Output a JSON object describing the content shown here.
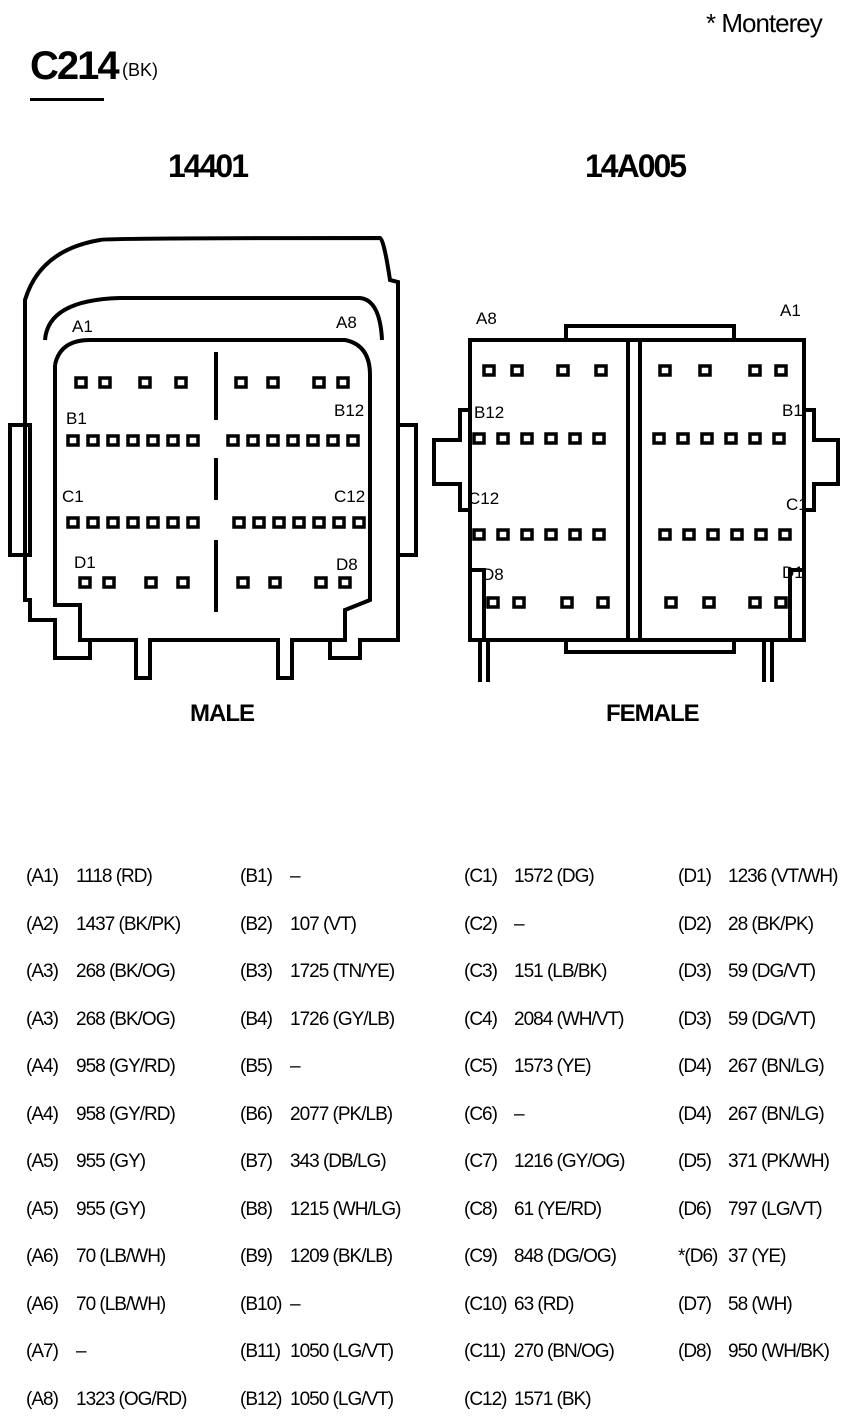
{
  "note": "* Monterey",
  "connector": {
    "id": "C214",
    "color": "(BK)"
  },
  "male": {
    "part": "14401",
    "label": "MALE",
    "row_labels": {
      "a1": "A1",
      "a8": "A8",
      "b1": "B1",
      "b12": "B12",
      "c1": "C1",
      "c12": "C12",
      "d1": "D1",
      "d8": "D8"
    }
  },
  "female": {
    "part": "14A005",
    "label": "FEMALE",
    "row_labels": {
      "a8": "A8",
      "a1": "A1",
      "b12": "B12",
      "b1": "B1",
      "c12": "C12",
      "c1": "C1",
      "d8": "D8",
      "d1": "D1"
    }
  },
  "pinouts": [
    [
      {
        "cav": "(A1)",
        "circuit": "1118 (RD)"
      },
      {
        "cav": "(A2)",
        "circuit": "1437 (BK/PK)"
      },
      {
        "cav": "(A3)",
        "circuit": "268 (BK/OG)"
      },
      {
        "cav": "(A3)",
        "circuit": "268 (BK/OG)"
      },
      {
        "cav": "(A4)",
        "circuit": "958 (GY/RD)"
      },
      {
        "cav": "(A4)",
        "circuit": "958 (GY/RD)"
      },
      {
        "cav": "(A5)",
        "circuit": "955 (GY)"
      },
      {
        "cav": "(A5)",
        "circuit": "955 (GY)"
      },
      {
        "cav": "(A6)",
        "circuit": "70 (LB/WH)"
      },
      {
        "cav": "(A6)",
        "circuit": "70 (LB/WH)"
      },
      {
        "cav": "(A7)",
        "circuit": "–"
      },
      {
        "cav": "(A8)",
        "circuit": "1323 (OG/RD)"
      }
    ],
    [
      {
        "cav": "(B1)",
        "circuit": "–"
      },
      {
        "cav": "(B2)",
        "circuit": "107 (VT)"
      },
      {
        "cav": "(B3)",
        "circuit": "1725 (TN/YE)"
      },
      {
        "cav": "(B4)",
        "circuit": "1726 (GY/LB)"
      },
      {
        "cav": "(B5)",
        "circuit": "–"
      },
      {
        "cav": "(B6)",
        "circuit": "2077 (PK/LB)"
      },
      {
        "cav": "(B7)",
        "circuit": "343 (DB/LG)"
      },
      {
        "cav": "(B8)",
        "circuit": "1215 (WH/LG)"
      },
      {
        "cav": "(B9)",
        "circuit": "1209 (BK/LB)"
      },
      {
        "cav": "(B10)",
        "circuit": "–"
      },
      {
        "cav": "(B11)",
        "circuit": "1050 (LG/VT)"
      },
      {
        "cav": "(B12)",
        "circuit": "1050 (LG/VT)"
      }
    ],
    [
      {
        "cav": "(C1)",
        "circuit": "1572 (DG)"
      },
      {
        "cav": "(C2)",
        "circuit": "–"
      },
      {
        "cav": "(C3)",
        "circuit": "151 (LB/BK)"
      },
      {
        "cav": "(C4)",
        "circuit": "2084 (WH/VT)"
      },
      {
        "cav": "(C5)",
        "circuit": "1573 (YE)"
      },
      {
        "cav": "(C6)",
        "circuit": "–"
      },
      {
        "cav": "(C7)",
        "circuit": "1216 (GY/OG)"
      },
      {
        "cav": "(C8)",
        "circuit": "61 (YE/RD)"
      },
      {
        "cav": "(C9)",
        "circuit": "848 (DG/OG)"
      },
      {
        "cav": "(C10)",
        "circuit": "63 (RD)"
      },
      {
        "cav": "(C11)",
        "circuit": "270 (BN/OG)"
      },
      {
        "cav": "(C12)",
        "circuit": "1571 (BK)"
      }
    ],
    [
      {
        "cav": "(D1)",
        "circuit": "1236 (VT/WH)"
      },
      {
        "cav": "(D2)",
        "circuit": "28 (BK/PK)"
      },
      {
        "cav": "(D3)",
        "circuit": "59 (DG/VT)"
      },
      {
        "cav": "(D3)",
        "circuit": "59 (DG/VT)"
      },
      {
        "cav": "(D4)",
        "circuit": "267 (BN/LG)"
      },
      {
        "cav": "(D4)",
        "circuit": "267 (BN/LG)"
      },
      {
        "cav": "(D5)",
        "circuit": "371 (PK/WH)"
      },
      {
        "cav": "(D6)",
        "circuit": "797 (LG/VT)"
      },
      {
        "cav": "*(D6)",
        "circuit": "37 (YE)"
      },
      {
        "cav": "(D7)",
        "circuit": "58 (WH)"
      },
      {
        "cav": "(D8)",
        "circuit": "950 (WH/BK)"
      }
    ]
  ]
}
